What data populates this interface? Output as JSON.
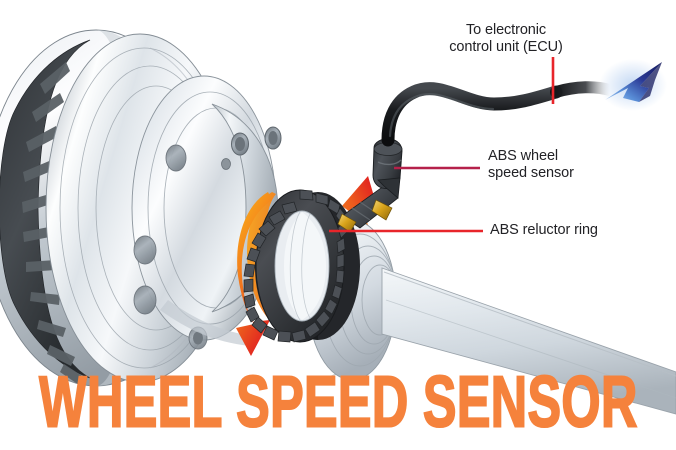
{
  "diagram": {
    "title": "WHEEL SPEED SENSOR",
    "background_color": "#FFFFFF",
    "title_color": "#F5823C",
    "label_text_color": "#222226",
    "leader_line_color": "#B5214A",
    "ecu_leader_color": "#E8252A",
    "rotation_arrow_colors": [
      "#F5A81C",
      "#F07818",
      "#E52521"
    ],
    "signal_arrow_colors": [
      "#7FB2F0",
      "#2B3A96",
      "#1B1F6E"
    ],
    "metal_colors": [
      "#FDFEFE",
      "#E6EAEE",
      "#C7CED4",
      "#A8B1B9",
      "#8D969E"
    ],
    "vane_color": "#3F4347",
    "reluctor_color": "#3A3C40",
    "sensor_body_color": "#3C4045",
    "sensor_tip_color": "#D8A31A"
  },
  "callouts": [
    {
      "id": "ecu",
      "name": "label-to-ecu",
      "text": "To electronic\ncontrol unit (ECU)",
      "leader": "vertical-red-line"
    },
    {
      "id": "sensor",
      "name": "label-abs-wheel-speed-sensor",
      "text": "ABS wheel\nspeed sensor",
      "leader": "horizontal-crimson-line"
    },
    {
      "id": "reluctor",
      "name": "label-abs-reluctor-ring",
      "text": "ABS reluctor ring",
      "leader": "horizontal-crimson-line"
    }
  ],
  "components": [
    {
      "name": "brake-disc-rotor",
      "description": "Vented brake disc with internal cooling vanes"
    },
    {
      "name": "wheel-hub",
      "description": "Wheel hub flange with stud holes"
    },
    {
      "name": "abs-reluctor-ring",
      "description": "Dark toothed trigger ring"
    },
    {
      "name": "abs-wheel-speed-sensor",
      "description": "Angled sensor body with gold tip"
    },
    {
      "name": "sensor-cable",
      "description": "S-curved black cable to ECU"
    },
    {
      "name": "drive-axle-shaft",
      "description": "Tapered CV axle shaft"
    },
    {
      "name": "rotation-arrow-left",
      "description": "Orange-to-red rotation arrow, left side"
    },
    {
      "name": "rotation-arrow-right",
      "description": "Orange-to-red rotation arrow, right side"
    },
    {
      "name": "signal-arrow",
      "description": "Blue gradient arrow indicating signal flow to ECU"
    }
  ]
}
